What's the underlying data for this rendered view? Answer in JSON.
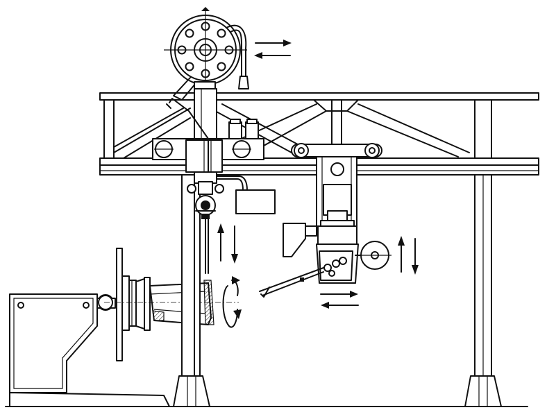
{
  "diagram": {
    "kind": "technical line drawing",
    "components": [
      "wire-spool",
      "overhead-gantry-beam",
      "gantry-column-left",
      "gantry-column-right",
      "welding-head-vertical",
      "welding-head-carriage",
      "control-box",
      "positioner-base",
      "rotary-faceplate",
      "workpiece-cone",
      "tracking-roller"
    ],
    "motion_arrows": [
      "spool-horizontal",
      "torch-vertical",
      "workpiece-rotation",
      "carriage-horizontal",
      "carriage-vertical"
    ]
  }
}
